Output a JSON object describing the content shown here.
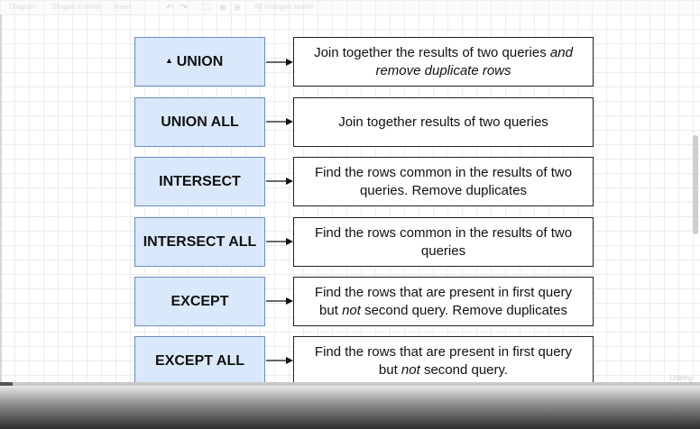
{
  "toolbar": {
    "items": [
      "Diagram",
      "Shapes",
      "Format",
      "Insert",
      "All changes saved"
    ]
  },
  "watermark": "Udemy",
  "rows": [
    {
      "operator": "UNION",
      "desc_line1": "Join together the results of two queries",
      "desc_line1_em": "and",
      "desc_line2_em": "remove duplicate rows",
      "desc_line2": ""
    },
    {
      "operator": "UNION ALL",
      "desc_line1": "Join together results of two queries",
      "desc_line2": ""
    },
    {
      "operator": "INTERSECT",
      "desc_line1": "Find the rows common in the results of two",
      "desc_line2": "queries. Remove duplicates"
    },
    {
      "operator": "INTERSECT ALL",
      "desc_line1": "Find the rows common in the results of two",
      "desc_line2": "queries"
    },
    {
      "operator": "EXCEPT",
      "desc_line1": "Find the rows that are present in first query",
      "desc_line2_pre": "but",
      "desc_line2_em": "not",
      "desc_line2_post": "second query. Remove duplicates"
    },
    {
      "operator": "EXCEPT ALL",
      "desc_line1": "Find the rows that are present in first query",
      "desc_line2_pre": "but",
      "desc_line2_em": "not",
      "desc_line2_post": "second query."
    }
  ],
  "colors": {
    "operator_fill": "#dae8fc",
    "operator_border": "#6c8ebf",
    "description_border": "#222222"
  },
  "icons": [
    "undo-icon",
    "redo-icon",
    "fit-page-icon",
    "zoom-in-icon",
    "zoom-out-icon",
    "mouse-cursor-icon",
    "arrow-right-icon"
  ],
  "video_progress": 0.018
}
